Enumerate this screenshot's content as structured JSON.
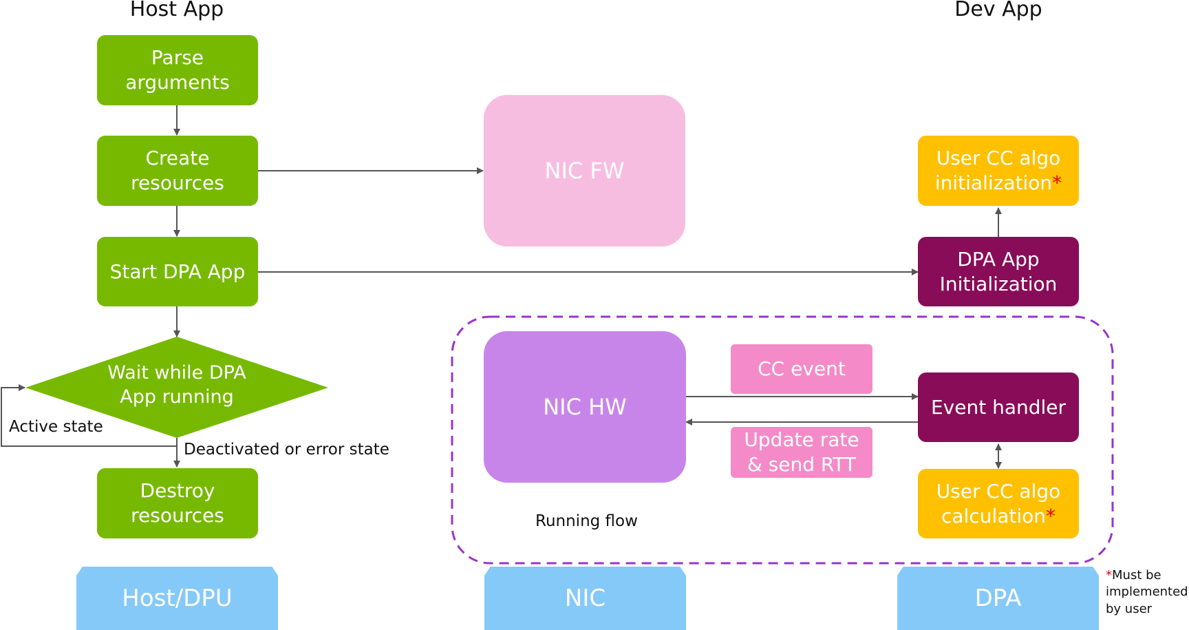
{
  "headers": {
    "host_app": "Host App",
    "dev_app": "Dev App"
  },
  "host_flow": {
    "parse": "Parse\narguments",
    "create": "Create\nresources",
    "start": "Start DPA App",
    "wait": "Wait while DPA\nApp running",
    "destroy": "Destroy\nresources"
  },
  "edge_labels": {
    "active": "Active state",
    "deactivated": "Deactivated or error state"
  },
  "nic": {
    "fw": "NIC FW",
    "hw": "NIC HW",
    "running_flow": "Running flow"
  },
  "messages": {
    "cc_event": "CC event",
    "update_rate": "Update rate\n& send RTT"
  },
  "dev_flow": {
    "algo_init": "User CC algo\ninitialization",
    "dpa_init": "DPA App\nInitialization",
    "event_handler": "Event handler",
    "algo_calc": "User CC algo\ncalculation",
    "required_mark": "*"
  },
  "footer": {
    "host_dpu": "Host/DPU",
    "nic": "NIC",
    "dpa": "DPA"
  },
  "note": {
    "mark": "*",
    "text": "Must be\nimplemented\nby user"
  },
  "colors": {
    "green": "#76b900",
    "maroon": "#890c58",
    "yellow": "#ffc000",
    "pink": "#f48bc8",
    "light_pink": "#f7bde0",
    "purple": "#c785ea",
    "footer_blue": "#85c9f8",
    "dashed_border": "#9933cc",
    "star_red": "#e8001c"
  }
}
